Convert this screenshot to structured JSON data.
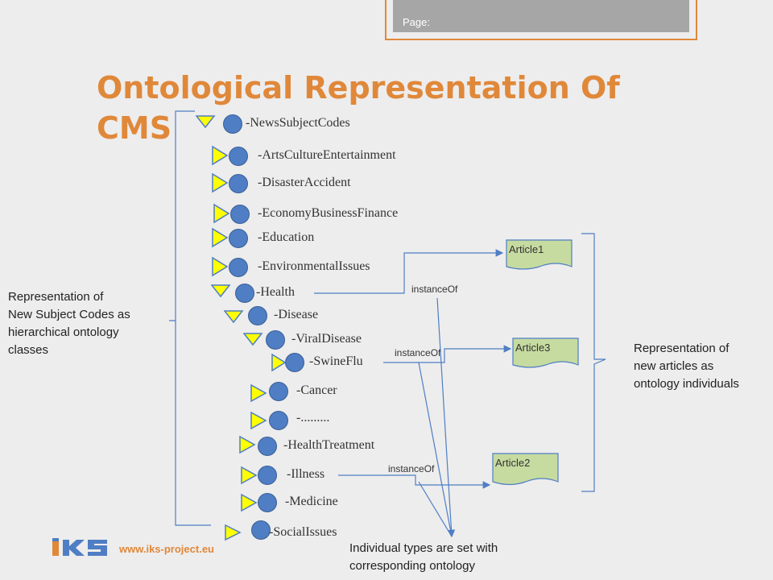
{
  "header": {
    "page_label": "Page:"
  },
  "slide": {
    "title": "Ontological Representation Of CMS"
  },
  "tree": {
    "root": "-NewsSubjectCodes",
    "arts": "-ArtsCultureEntertainment",
    "disaster": "-DisasterAccident",
    "economy": "-EconomyBusinessFinance",
    "education": "-Education",
    "environment": "-EnvironmentalIssues",
    "health": "-Health",
    "disease": "-Disease",
    "viral": "-ViralDisease",
    "swineflu": "-SwineFlu",
    "cancer": "-Cancer",
    "dots": "-.........",
    "treatment": "-HealthTreatment",
    "illness": "-Illness",
    "medicine": "-Medicine",
    "social": "-SocialIssues"
  },
  "articles": {
    "a1": "Article1",
    "a3": "Article3",
    "a2": "Article2"
  },
  "relations": {
    "instance_of": "instanceOf"
  },
  "annotations": {
    "left_line1": "Representation of",
    "left_line2": "New Subject Codes as",
    "left_line3": "hierarchical ontology",
    "left_line4": "classes",
    "right_line1": "Representation of",
    "right_line2": "new articles as",
    "right_line3": "ontology individuals",
    "bottom_line1": "Individual types are set with",
    "bottom_line2": "corresponding ontology"
  },
  "footer": {
    "logo_text": "IKS",
    "url": "www.iks-project.eu"
  },
  "colors": {
    "accent": "#e0883a",
    "node": "#4f7ec4",
    "triangle": "#ffff00",
    "article": "#c6dba0",
    "line": "#4f7ec4"
  }
}
